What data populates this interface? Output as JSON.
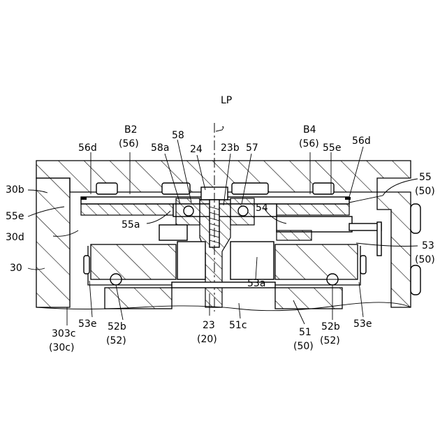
{
  "labels": {
    "lp": "LP",
    "b2": "B2",
    "b2_ref": "(56)",
    "b4": "B4",
    "b4_ref": "(56)",
    "l56d_left": "56d",
    "l58a": "58a",
    "l58": "58",
    "l24": "24",
    "l23b": "23b",
    "l57": "57",
    "l55e_top": "55e",
    "l56d_right": "56d",
    "l55": "55",
    "l55_ref": "(50)",
    "l30b": "30b",
    "l55e_left": "55e",
    "l55a": "55a",
    "l54": "54",
    "l30d": "30d",
    "l53": "53",
    "l53_ref": "(50)",
    "l30": "30",
    "l53a": "53a",
    "l53e_left": "53e",
    "l53e_right": "53e",
    "l52b_left": "52b",
    "l52b_left_ref": "(52)",
    "l23": "23",
    "l23_ref": "(20)",
    "l51c": "51c",
    "l51": "51",
    "l51_ref": "(50)",
    "l52b_right": "52b",
    "l52b_right_ref": "(52)",
    "l303c": "303c",
    "l303c_ref": "(30c)"
  }
}
